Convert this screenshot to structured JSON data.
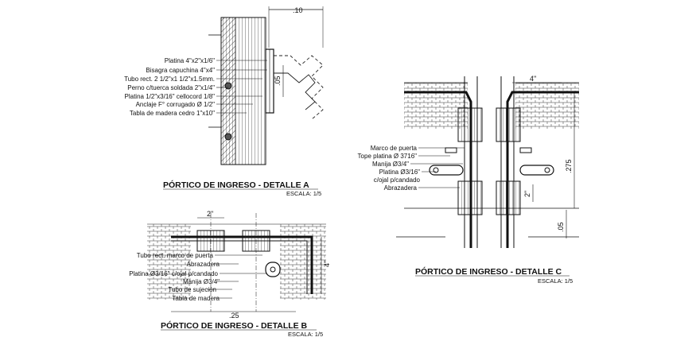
{
  "detail_a": {
    "title": "PÓRTICO DE INGRESO - DETALLE A",
    "scale": "ESCALA: 1/5",
    "dim_top": ".10",
    "dim_side": ".05",
    "labels": [
      "Platina 4\"x2\"x1/6\"",
      "Bisagra capuchina 4\"x4\"",
      "Tubo rect. 2 1/2\"x1 1/2\"x1.5mm.",
      "Perno c/tuerca soldada 2\"x1/4\"",
      "Platina 1/2\"x3/16\" cellocord 1/8\"",
      "Anclaje F° corrugado Ø 1/2\"",
      "Tabla de madera cedro 1\"x10\""
    ]
  },
  "detail_b": {
    "title": "PÓRTICO DE INGRESO - DETALLE B",
    "scale": "ESCALA: 1/5",
    "dim_top": "2\"",
    "dim_right": "4\"",
    "dim_bottom": ".25",
    "labels": [
      "Tubo rect. marco de puerta",
      "Abrazadera",
      "Platina Ø3/16\" c/ojal p/candado",
      "Manija Ø3/4\"",
      "Tubo de sujeción",
      "Tabla de madera"
    ]
  },
  "detail_c": {
    "title": "PÓRTICO DE INGRESO - DETALLE C",
    "scale": "ESCALA: 1/5",
    "dim_top": "4\"",
    "dim_right": ".275",
    "dim_mid": "2\"",
    "dim_bottom": ".05",
    "labels": [
      "Marco de puerta",
      "Tope platina Ø 3716\"",
      "Manija Ø3/4\"",
      "Platina Ø3/16\"",
      "c/ojal p/candado",
      "Abrazadera"
    ]
  }
}
